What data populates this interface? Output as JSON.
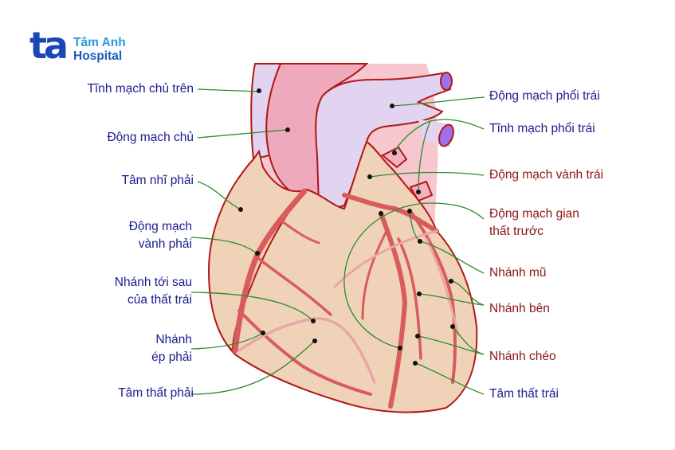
{
  "logo": {
    "mark": "ta",
    "line1": "Tâm Anh",
    "line2": "Hospital",
    "colors": {
      "mark": "#1a47b8",
      "line1": "#2a9ad6",
      "line2": "#1a5bbf"
    }
  },
  "diagram": {
    "subject": "heart-anterior-view-coronary-arteries",
    "colors": {
      "label_blue": "#1a1a8f",
      "label_red": "#8c1414",
      "leader_line": "#2e8b2e",
      "outline": "#b01818",
      "muscle": "#f0d2b8",
      "aorta": "#f2b3c3",
      "vein": "#e2d4f0",
      "artery": "#d85c5c",
      "vein_lumen": "#a070e8"
    },
    "labels_left": [
      {
        "id": "svc",
        "lines": [
          "Tĩnh mạch chủ trên"
        ],
        "color": "blue"
      },
      {
        "id": "aorta",
        "lines": [
          "Động mạch chủ"
        ],
        "color": "blue"
      },
      {
        "id": "right-atrium",
        "lines": [
          "Tâm nhĩ phải"
        ],
        "color": "blue"
      },
      {
        "id": "rca",
        "lines": [
          "Động mạch",
          "vành phải"
        ],
        "color": "blue"
      },
      {
        "id": "posterior-branch",
        "lines": [
          "Nhánh tới sau",
          "của thất trái"
        ],
        "color": "blue"
      },
      {
        "id": "right-marginal",
        "lines": [
          "Nhánh",
          "ép phải"
        ],
        "color": "blue"
      },
      {
        "id": "right-ventricle",
        "lines": [
          "Tâm thất phải"
        ],
        "color": "blue"
      }
    ],
    "labels_right": [
      {
        "id": "left-pulmonary-artery",
        "lines": [
          "Động mạch phổi trái"
        ],
        "color": "blue"
      },
      {
        "id": "left-pulmonary-vein",
        "lines": [
          "Tĩnh mạch phổi trái"
        ],
        "color": "blue"
      },
      {
        "id": "lca",
        "lines": [
          "Động mạch vành trái"
        ],
        "color": "red"
      },
      {
        "id": "lad",
        "lines": [
          "Động mạch gian",
          "thất trước"
        ],
        "color": "red"
      },
      {
        "id": "circumflex",
        "lines": [
          "Nhánh mũ"
        ],
        "color": "red"
      },
      {
        "id": "lateral-branch",
        "lines": [
          "Nhánh bên"
        ],
        "color": "red"
      },
      {
        "id": "diagonal-branch",
        "lines": [
          "Nhánh chéo"
        ],
        "color": "red"
      },
      {
        "id": "left-ventricle",
        "lines": [
          "Tâm thất trái"
        ],
        "color": "blue"
      }
    ]
  }
}
